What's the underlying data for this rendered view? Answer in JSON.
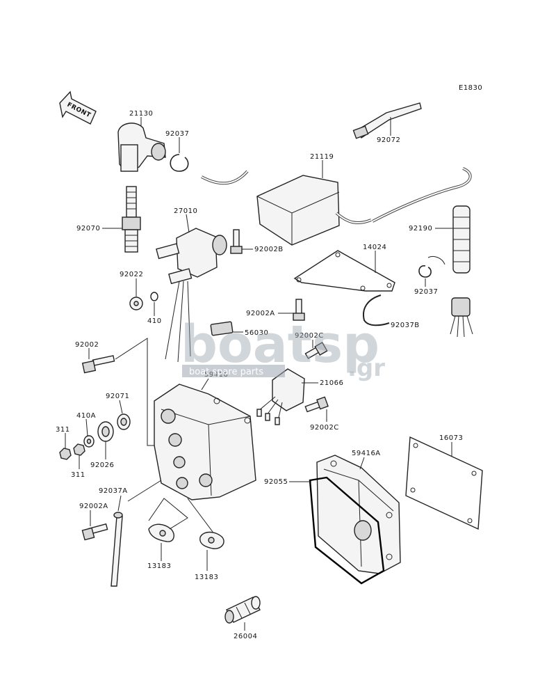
{
  "diagram_code": "E1830",
  "front_label": "FRONT",
  "watermark": {
    "brand": "boatsp",
    "tld": ".gr",
    "tagline": "boat spare parts"
  },
  "part_numbers": {
    "p21130": "21130",
    "p92037_top": "92037",
    "p92072": "92072",
    "p21119": "21119",
    "p92070": "92070",
    "p27010": "27010",
    "p92002B": "92002B",
    "p14024": "14024",
    "p92190": "92190",
    "p92022": "92022",
    "p410": "410",
    "p92037_mid": "92037",
    "p92002A_mid": "92002A",
    "p92037B": "92037B",
    "p56030": "56030",
    "p92002C_top": "92002C",
    "p92002": "92002",
    "p59416": "59416",
    "p21066": "21066",
    "p92071": "92071",
    "p410A": "410A",
    "p311_a": "311",
    "p311_b": "311",
    "p92026": "92026",
    "p92002C_bot": "92002C",
    "p16073": "16073",
    "p59416A": "59416A",
    "p92055": "92055",
    "p92037A": "92037A",
    "p92002A_bot": "92002A",
    "p13183_a": "13183",
    "p13183_b": "13183",
    "p26004": "26004"
  },
  "colors": {
    "line": "#222222",
    "fill": "#f4f4f4",
    "watermark": "#9aa6b0",
    "watermark_bar": "#9aa6b0"
  }
}
